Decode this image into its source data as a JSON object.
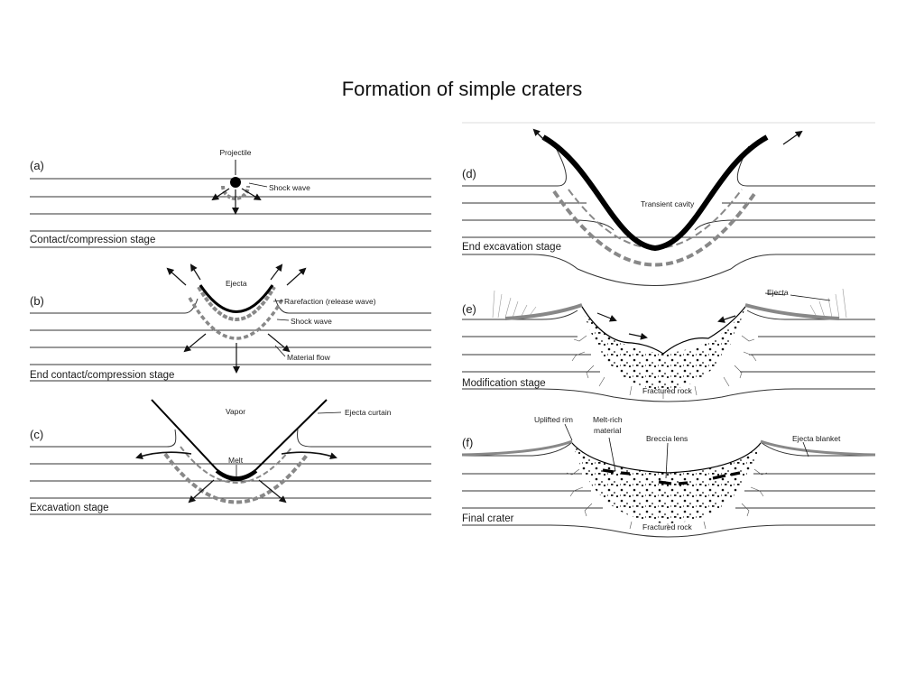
{
  "title": "Formation of simple craters",
  "panels": {
    "a": {
      "letter": "(a)",
      "stage": "Contact/compression stage",
      "projectile": "Projectile",
      "shock_wave": "Shock wave"
    },
    "b": {
      "letter": "(b)",
      "stage": "End contact/compression stage",
      "ejecta": "Ejecta",
      "rarefaction": "Rarefaction (release wave)",
      "shock_wave": "Shock wave",
      "material_flow": "Material flow"
    },
    "c": {
      "letter": "(c)",
      "stage": "Excavation stage",
      "vapor": "Vapor",
      "ejecta_curtain": "Ejecta curtain",
      "melt": "Melt"
    },
    "d": {
      "letter": "(d)",
      "stage": "End excavation stage",
      "transient_cavity": "Transient cavity"
    },
    "e": {
      "letter": "(e)",
      "stage": "Modification stage",
      "ejecta": "Ejecta",
      "fractured_rock": "Fractured rock"
    },
    "f": {
      "letter": "(f)",
      "stage": "Final crater",
      "uplifted_rim": "Uplifted rim",
      "melt_rich_1": "Melt-rich",
      "melt_rich_2": "material",
      "breccia_lens": "Breccia lens",
      "ejecta_blanket": "Ejecta blanket",
      "fractured_rock": "Fractured rock"
    }
  }
}
